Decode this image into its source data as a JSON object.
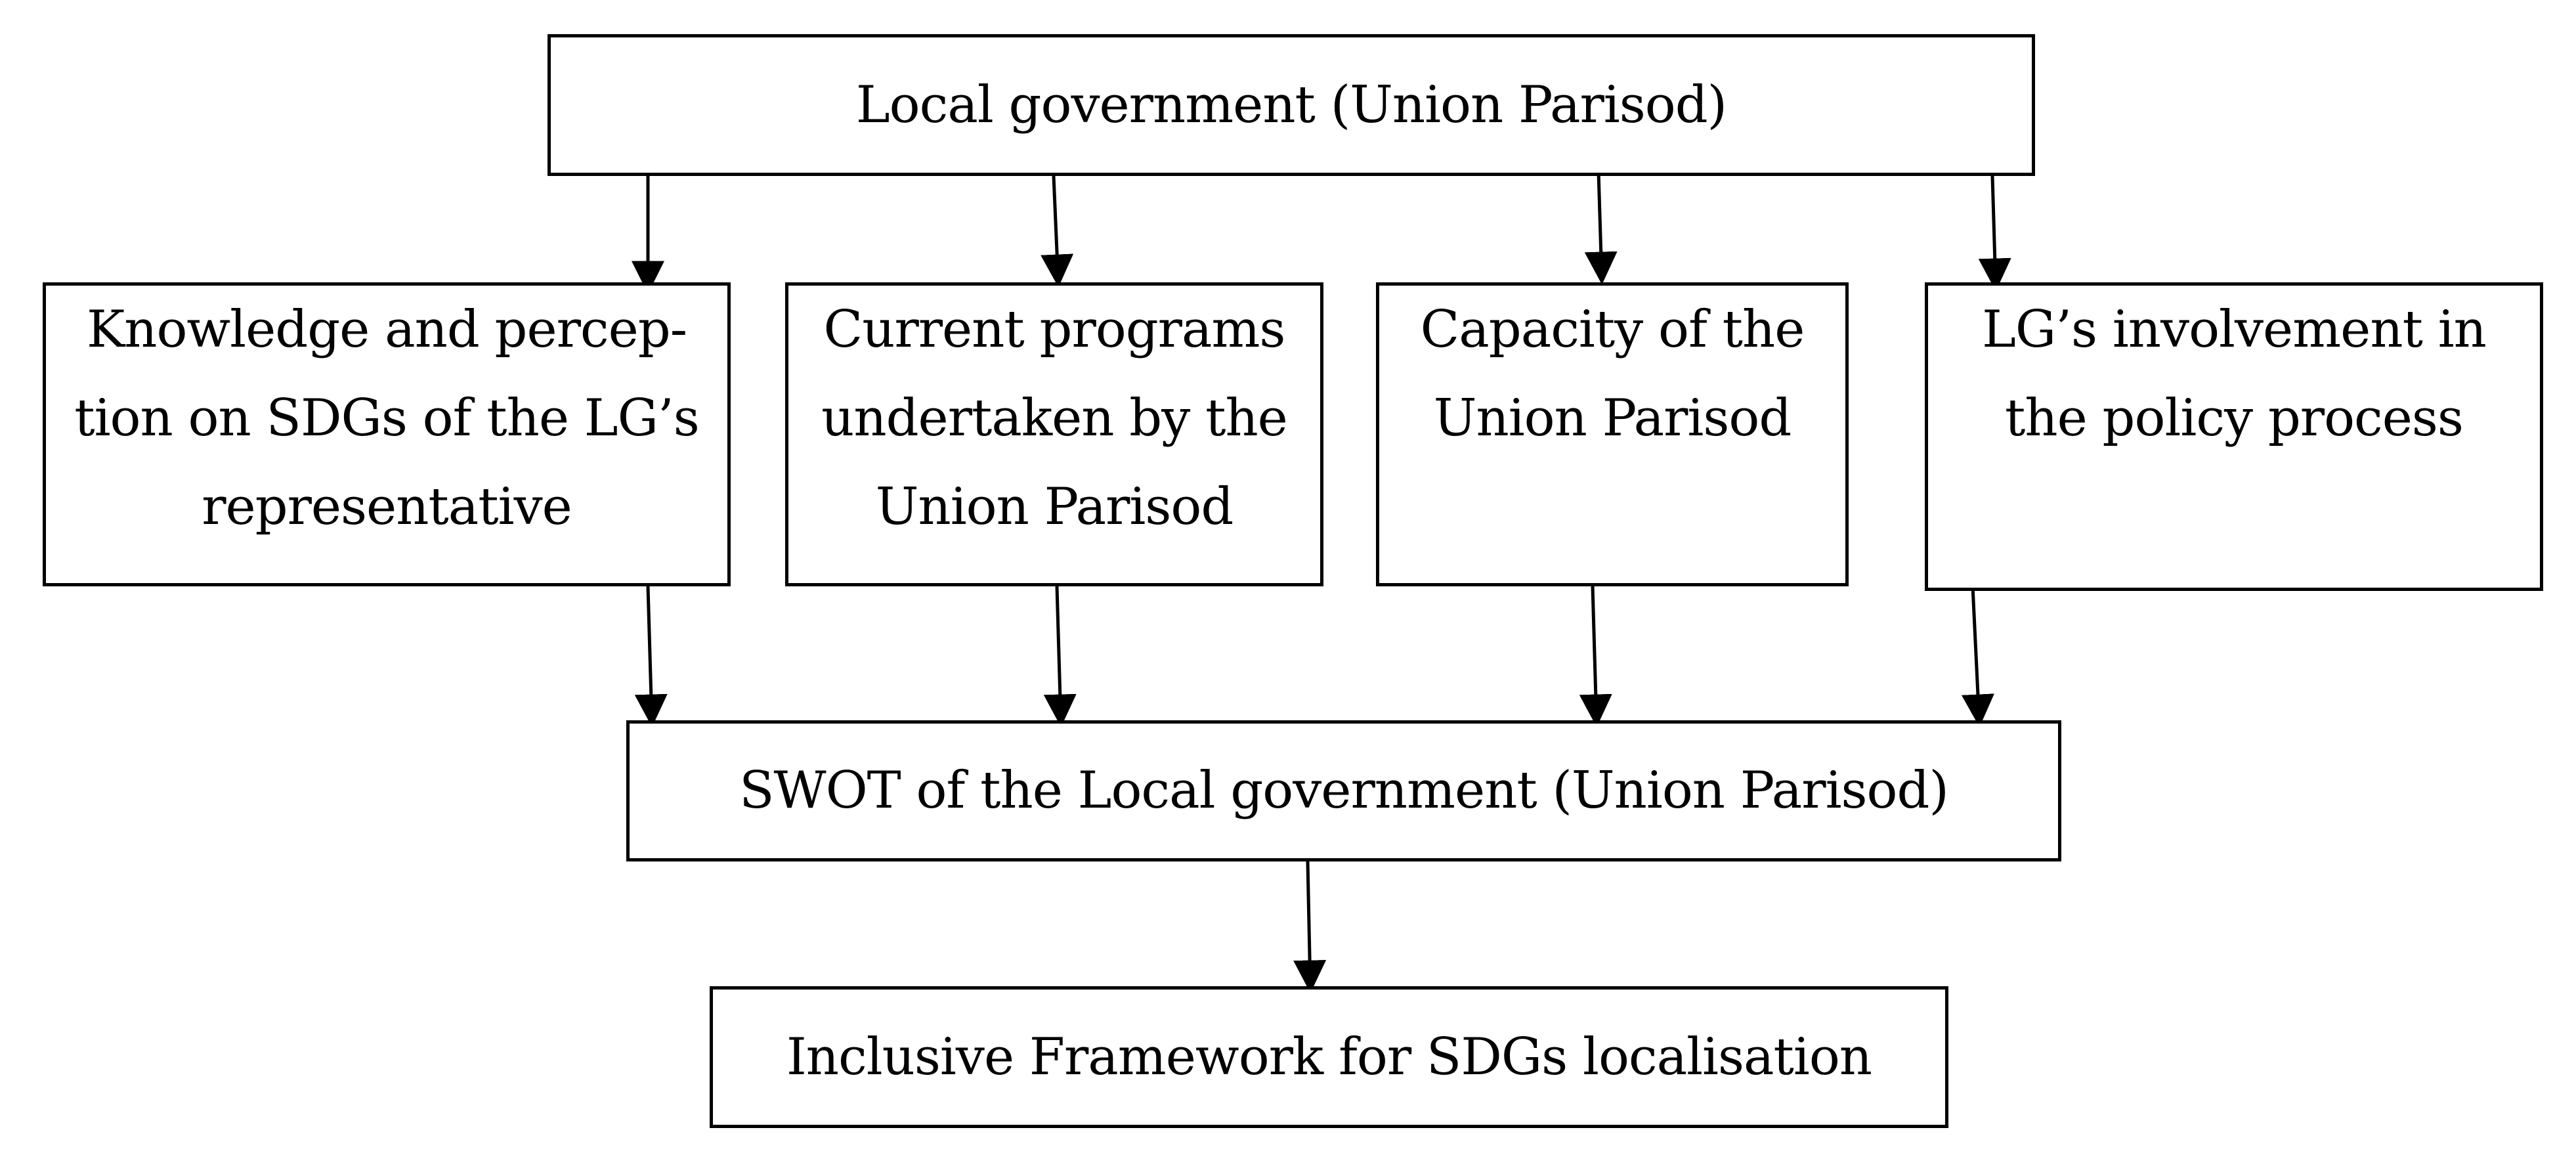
{
  "diagram": {
    "root": {
      "label": "Local government (Union Parisod)"
    },
    "factors": [
      {
        "label": "Knowledge and percep-\ntion on SDGs of the LG’s\nrepresentative"
      },
      {
        "label": "Current programs\nundertaken by the\nUnion Parisod"
      },
      {
        "label": "Capacity of the\nUnion Parisod"
      },
      {
        "label": "LG’s involvement in\nthe policy process"
      }
    ],
    "synthesis": {
      "label": "SWOT of the Local government (Union Parisod)"
    },
    "outcome": {
      "label": "Inclusive Framework for SDGs localisation"
    },
    "edges": [
      {
        "from": "root",
        "to": "factor-1"
      },
      {
        "from": "root",
        "to": "factor-2"
      },
      {
        "from": "root",
        "to": "factor-3"
      },
      {
        "from": "root",
        "to": "factor-4"
      },
      {
        "from": "factor-1",
        "to": "synthesis"
      },
      {
        "from": "factor-2",
        "to": "synthesis"
      },
      {
        "from": "factor-3",
        "to": "synthesis"
      },
      {
        "from": "factor-4",
        "to": "synthesis"
      },
      {
        "from": "synthesis",
        "to": "outcome"
      }
    ],
    "colors": {
      "stroke": "#000000",
      "background": "#ffffff",
      "text": "#000000"
    }
  }
}
